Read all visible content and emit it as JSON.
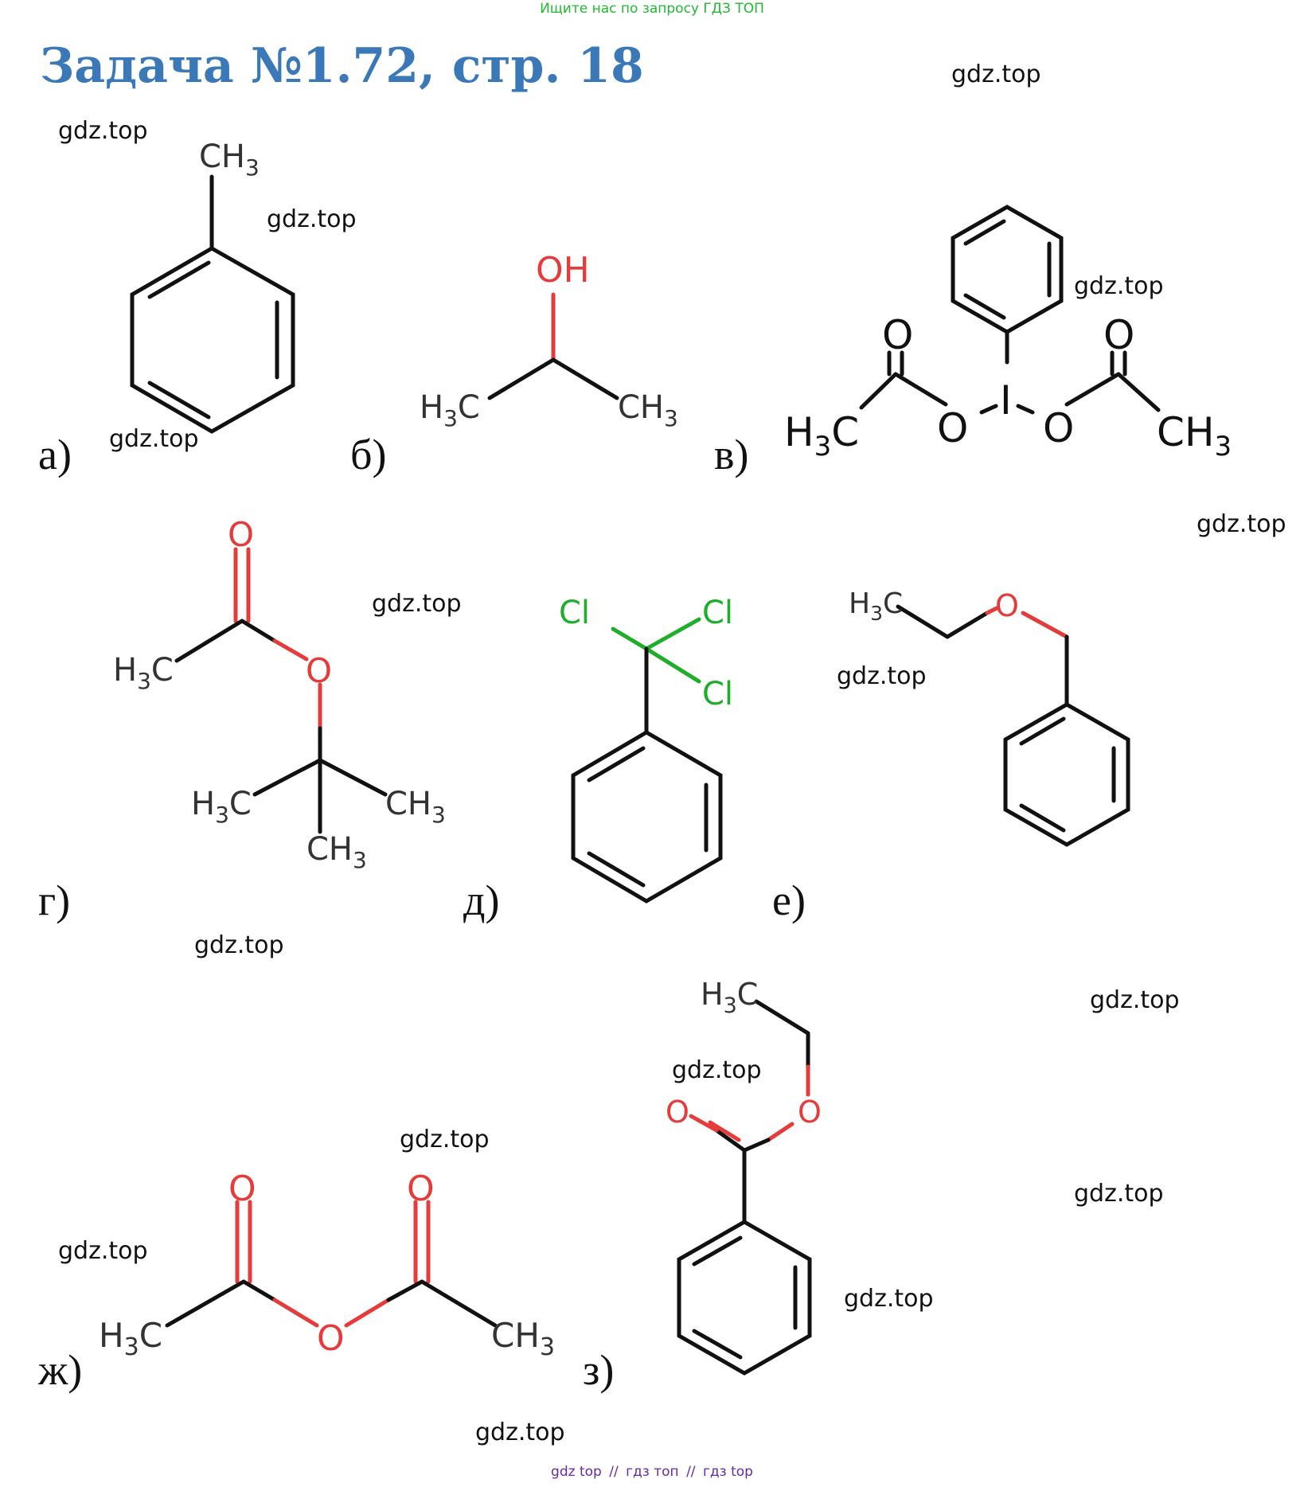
{
  "banner": "Ищите нас по запросу ГДЗ ТОП",
  "title": "Задача №1.72, стр. 18",
  "watermark": "gdz.top",
  "labels": {
    "a": "а)",
    "b": "б)",
    "v": "в)",
    "g": "г)",
    "d": "д)",
    "e": "е)",
    "zh": "ж)",
    "z": "з)"
  },
  "atoms": {
    "ch3": "CH",
    "h3c_h": "H",
    "h3c_c": "C",
    "sub3": "3",
    "oh": "OH",
    "o": "O",
    "i": "I",
    "cl": "Cl"
  },
  "footer": {
    "link1": "gdz top",
    "sep": "//",
    "link2": "гдз топ",
    "link3": "гдз top"
  },
  "colors": {
    "title": "#3a78b8",
    "banner": "#22b833",
    "oxygen": "#e53b3b",
    "chlorine": "#1fae2a",
    "bond": "#111111",
    "footer": "#6a2aa0"
  }
}
